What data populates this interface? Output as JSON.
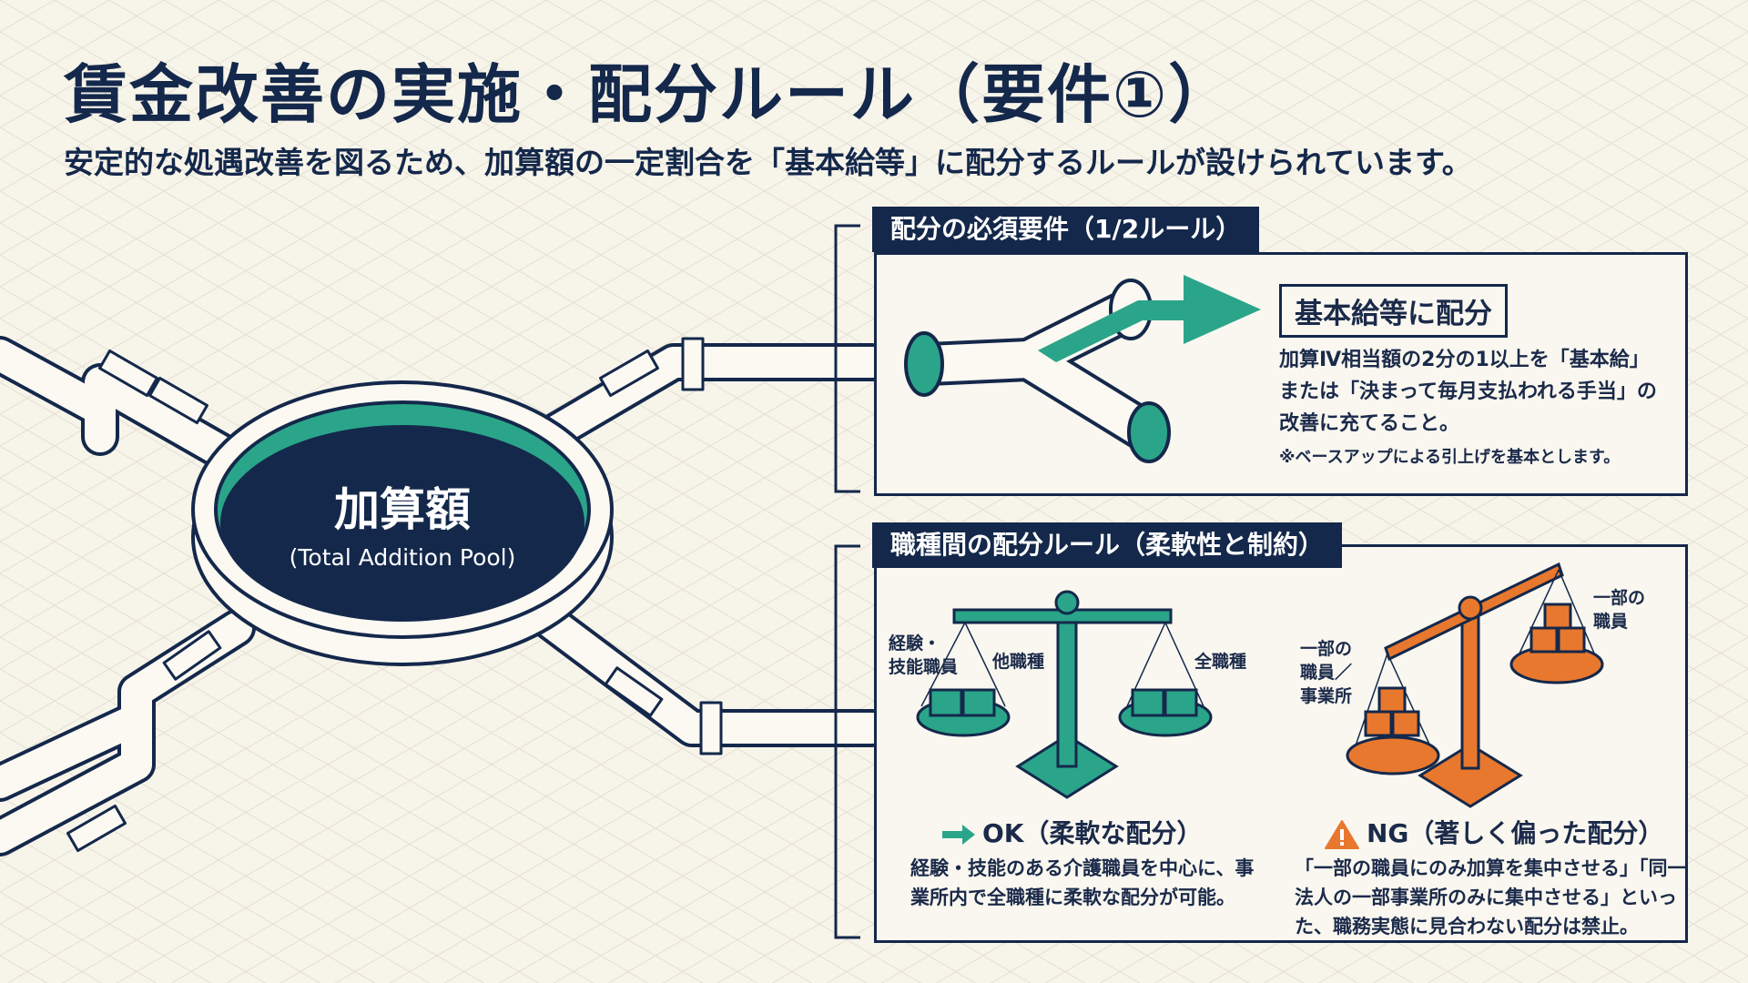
{
  "header": {
    "title": "賃金改善の実施・配分ルール（要件①）",
    "subtitle": "安定的な処遇改善を図るため、加算額の一定割合を「基本給等」に配分するルールが設けられています。"
  },
  "pool": {
    "label": "加算額",
    "sublabel": "(Total Addition Pool)"
  },
  "panel_required": {
    "tab": "配分の必須要件（1/2ルール）",
    "target_label": "基本給等に配分",
    "body_lines": [
      "加算Ⅳ相当額の2分の1以上を「基本給」",
      "または「決まって毎月支払われる手当」の",
      "改善に充てること。"
    ],
    "note": "※ベースアップによる引上げを基本とします。"
  },
  "panel_jobs": {
    "tab": "職種間の配分ルール（柔軟性と制約）",
    "ok_scale": {
      "left_label_lines": [
        "経験・",
        "技能職員"
      ],
      "middle_label": "他職種",
      "right_label": "全職種"
    },
    "ng_scale": {
      "left_label_lines": [
        "一部の",
        "職員／",
        "事業所"
      ],
      "right_label_lines": [
        "一部の",
        "職員"
      ]
    },
    "ok": {
      "heading": "OK（柔軟な配分）",
      "body_lines": [
        "経験・技能のある介護職員を中心に、事",
        "業所内で全職種に柔軟な配分が可能。"
      ]
    },
    "ng": {
      "heading": "NG（著しく偏った配分）",
      "body_lines": [
        "「一部の職員にのみ加算を集中させる」「同一",
        "法人の一部事業所のみに集中させる」といっ",
        "た、職務実態に見合わない配分は禁止。"
      ]
    }
  },
  "colors": {
    "navy": "#14284b",
    "teal": "#2aa58a",
    "orange": "#e8782e",
    "background": "#f7f4ea"
  },
  "icons": {
    "ok": "arrow-right-icon",
    "ng": "warning-icon"
  }
}
